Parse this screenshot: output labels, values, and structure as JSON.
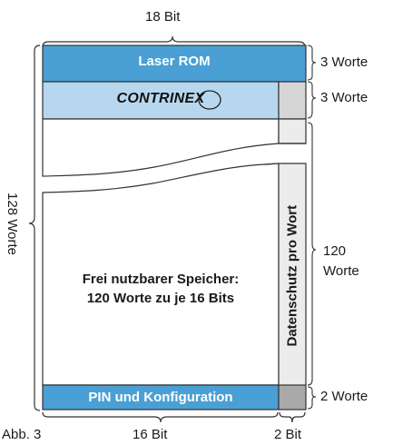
{
  "diagram": {
    "top_width_label": "18 Bit",
    "left_height_label": "128 Worte",
    "rows": {
      "laser_rom": {
        "label": "Laser ROM",
        "size_label": "3 Worte",
        "color": "#4a9fd4"
      },
      "contrinex": {
        "logo_text": "CONTRINEX",
        "size_label": "3 Worte",
        "color": "#b7d7ee"
      },
      "free_memory": {
        "line1": "Frei nutzbarer Speicher:",
        "line2": "120 Worte zu je 16 Bits",
        "size_label": "120\nWorte"
      },
      "pin_config": {
        "label": "PIN und Konfiguration",
        "size_label": "2 Worte",
        "color": "#4a9fd4"
      }
    },
    "side_column": {
      "label": "Datenschutz pro Wort",
      "color_dark": "#a9a9a9",
      "color_light": "#dcdcdc",
      "color_pale": "#ececec"
    },
    "bottom_labels": {
      "figure": "Abb. 3",
      "data_bits": "16 Bit",
      "side_bits": "2 Bit"
    }
  }
}
